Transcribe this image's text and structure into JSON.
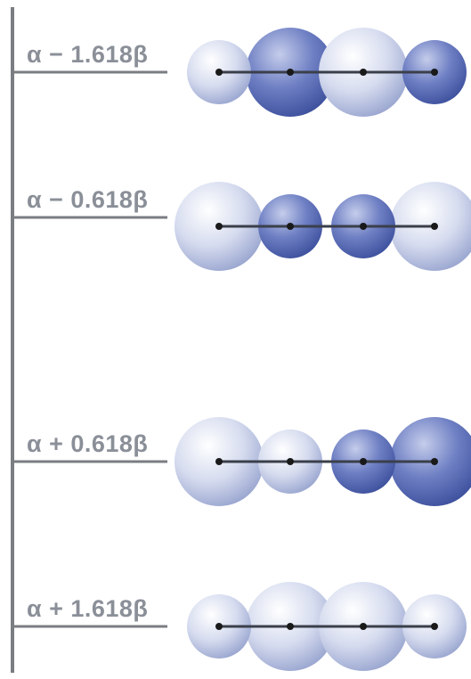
{
  "diagram": {
    "levels": [
      {
        "label": "α − 1.618β",
        "lobes": [
          {
            "size": "small",
            "phase": "light"
          },
          {
            "size": "large",
            "phase": "dark"
          },
          {
            "size": "large",
            "phase": "light"
          },
          {
            "size": "small",
            "phase": "dark"
          }
        ]
      },
      {
        "label": "α − 0.618β",
        "lobes": [
          {
            "size": "large",
            "phase": "light"
          },
          {
            "size": "small",
            "phase": "dark"
          },
          {
            "size": "small",
            "phase": "dark"
          },
          {
            "size": "large",
            "phase": "light"
          }
        ]
      },
      {
        "label": "α + 0.618β",
        "lobes": [
          {
            "size": "large",
            "phase": "light"
          },
          {
            "size": "small",
            "phase": "light"
          },
          {
            "size": "small",
            "phase": "dark"
          },
          {
            "size": "large",
            "phase": "dark"
          }
        ]
      },
      {
        "label": "α + 1.618β",
        "lobes": [
          {
            "size": "small",
            "phase": "light"
          },
          {
            "size": "large",
            "phase": "light"
          },
          {
            "size": "large",
            "phase": "light"
          },
          {
            "size": "small",
            "phase": "light"
          }
        ]
      }
    ],
    "colors": {
      "axis": "#7a7d82",
      "bond": "#3a3f4a",
      "atom": "#1a1a1a",
      "light_center": "#ffffff",
      "light_mid": "#d6dcef",
      "light_edge": "#9aa6d0",
      "dark_center": "#c5cdeb",
      "dark_mid": "#6f80c4",
      "dark_edge": "#3c4f9c"
    }
  }
}
